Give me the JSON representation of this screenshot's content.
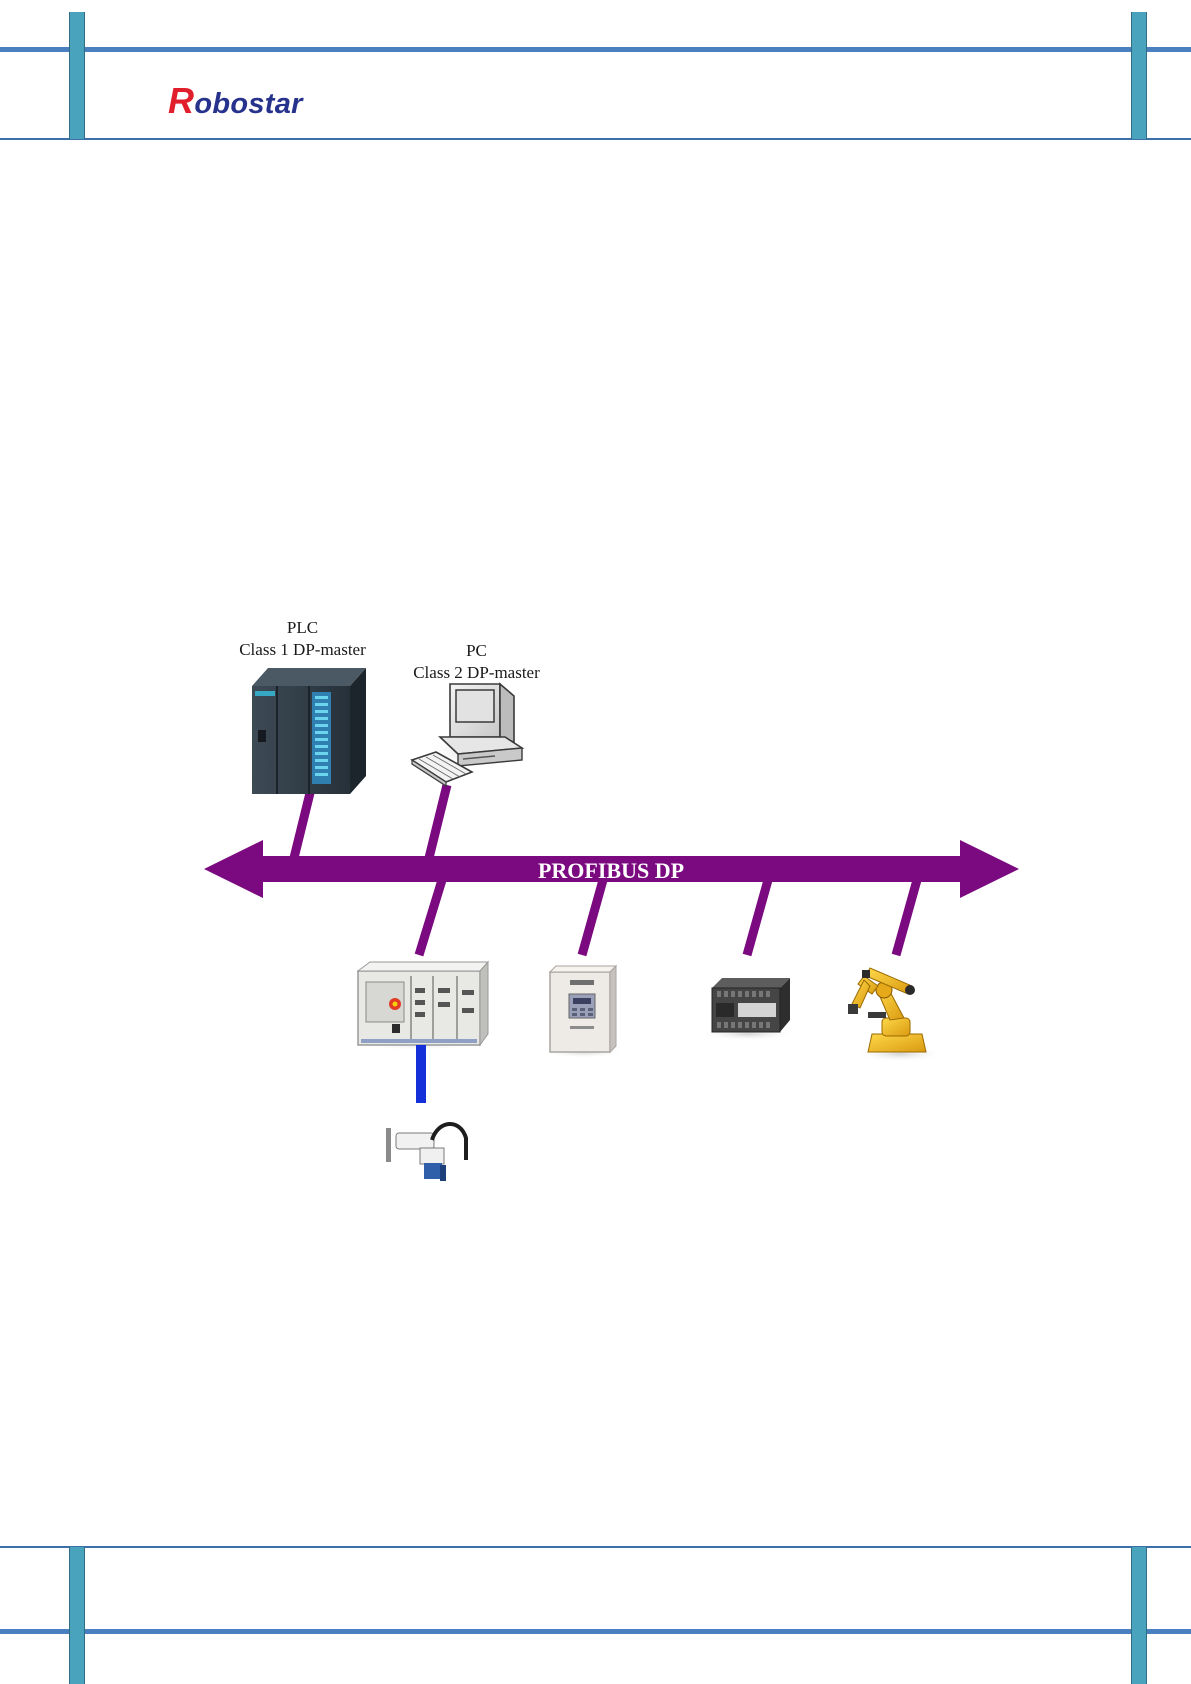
{
  "header": {
    "logo_initial": "R",
    "logo_rest": "obostar"
  },
  "diagram": {
    "bus_label": "PROFIBUS DP",
    "masters": [
      {
        "id": "plc",
        "name": "PLC",
        "role": "Class 1 DP-master",
        "icon": "plc-icon"
      },
      {
        "id": "pc",
        "name": "PC",
        "role": "Class 2 DP-master",
        "icon": "pc-icon"
      }
    ],
    "slaves": [
      {
        "id": "robot-controller",
        "icon": "robot-controller-icon"
      },
      {
        "id": "inverter",
        "icon": "inverter-drive-icon"
      },
      {
        "id": "io-module",
        "icon": "io-module-icon"
      },
      {
        "id": "industrial-robot",
        "icon": "industrial-robot-arm-icon"
      }
    ],
    "sub_device": {
      "id": "scara-robot",
      "icon": "scara-robot-icon"
    },
    "colors": {
      "bus": "#7b0a80",
      "frame": "#4a88b8",
      "frame_bar": "#4aa3bd",
      "controller_link": "#1530d8"
    }
  }
}
